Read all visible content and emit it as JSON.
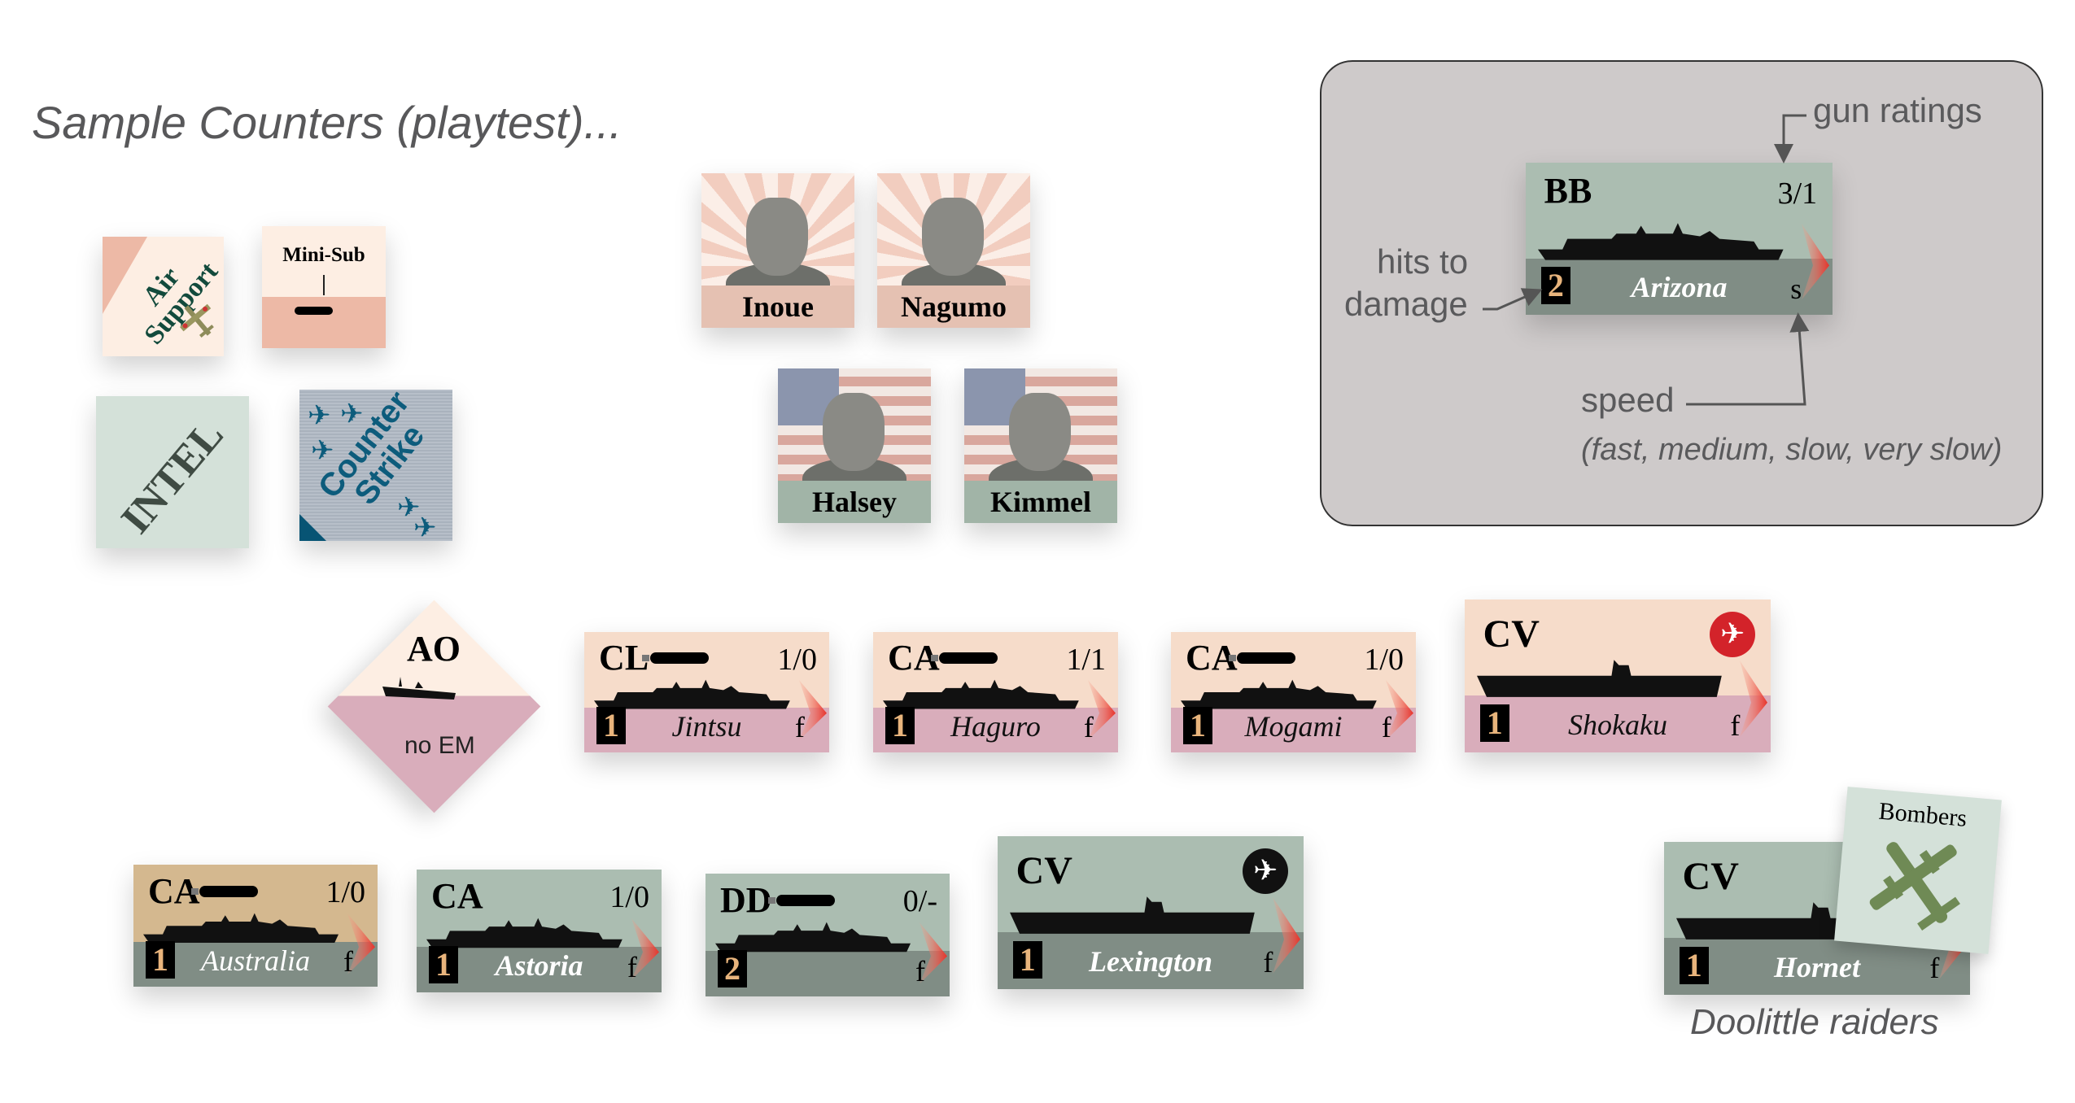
{
  "title": "Sample Counters (playtest)...",
  "misc_counters": {
    "air_support": "Air Support",
    "mini_sub": "Mini-Sub",
    "intel": "INTEL",
    "counter_strike": "Counter Strike"
  },
  "leaders": [
    {
      "name": "Inoue",
      "side": "jp"
    },
    {
      "name": "Nagumo",
      "side": "jp"
    },
    {
      "name": "Halsey",
      "side": "us"
    },
    {
      "name": "Kimmel",
      "side": "us"
    }
  ],
  "legend": {
    "gun_ratings": "gun ratings",
    "hits_to": "hits to",
    "damage": "damage",
    "speed": "speed",
    "speed_values": "(fast, medium, slow, very slow)",
    "example": {
      "type": "BB",
      "guns": "3/1",
      "hits": "2",
      "name": "Arizona",
      "speed": "s"
    }
  },
  "oiler": {
    "type": "AO",
    "note": "no EM"
  },
  "ships": [
    {
      "id": "jintsu",
      "type": "CL",
      "guns": "1/0",
      "torpedo": true,
      "hits": "1",
      "name": "Jintsu",
      "speed": "f",
      "side": "jpn"
    },
    {
      "id": "haguro",
      "type": "CA",
      "guns": "1/1",
      "torpedo": true,
      "hits": "1",
      "name": "Haguro",
      "speed": "f",
      "side": "jpn"
    },
    {
      "id": "mogami",
      "type": "CA",
      "guns": "1/0",
      "torpedo": true,
      "hits": "1",
      "name": "Mogami",
      "speed": "f",
      "side": "jpn"
    },
    {
      "id": "shokaku",
      "type": "CV",
      "guns": "",
      "torpedo": false,
      "hits": "1",
      "name": "Shokaku",
      "speed": "f",
      "side": "jpn",
      "carrier": true,
      "plane_color": "#d3232a"
    },
    {
      "id": "australia",
      "type": "CA",
      "guns": "1/0",
      "torpedo": true,
      "hits": "1",
      "name": "Australia",
      "speed": "f",
      "side": "aus"
    },
    {
      "id": "astoria",
      "type": "CA",
      "guns": "1/0",
      "torpedo": false,
      "hits": "1",
      "name": "Astoria",
      "speed": "f",
      "side": "usa"
    },
    {
      "id": "dd",
      "type": "DD",
      "guns": "0/-",
      "torpedo": true,
      "hits": "2",
      "name": "",
      "speed": "f",
      "side": "usa"
    },
    {
      "id": "lexington",
      "type": "CV",
      "guns": "",
      "torpedo": false,
      "hits": "1",
      "name": "Lexington",
      "speed": "f",
      "side": "usa",
      "carrier": true,
      "plane_color": "#111111"
    },
    {
      "id": "hornet",
      "type": "CV",
      "guns": "",
      "torpedo": false,
      "hits": "1",
      "name": "Hornet",
      "speed": "f",
      "side": "usa",
      "carrier": true
    }
  ],
  "bombers": {
    "label": "Bombers",
    "caption": "Doolittle raiders"
  },
  "colors": {
    "chevron": "#e8322a",
    "damage_number": "#e8b47c"
  }
}
